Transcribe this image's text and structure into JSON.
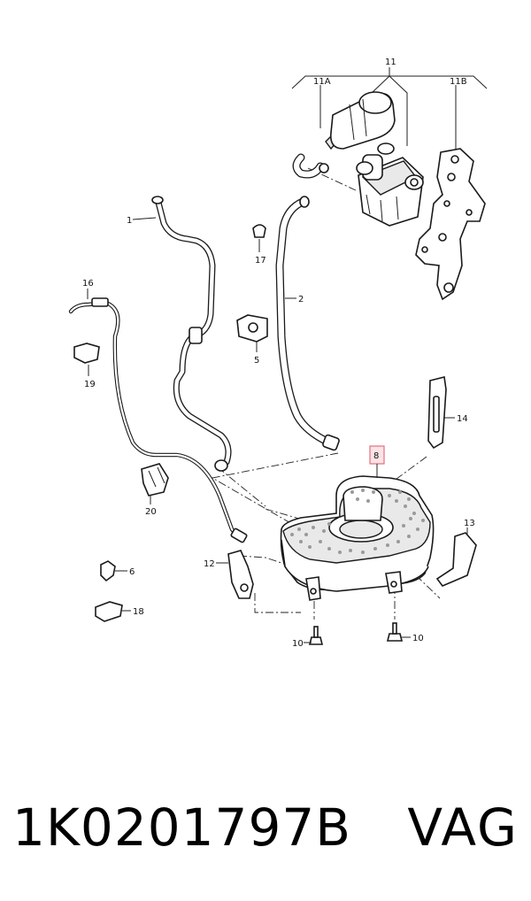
{
  "diagram": {
    "callouts": {
      "c1": "1",
      "c2": "2",
      "c5": "5",
      "c6": "6",
      "c8": "8",
      "c10a": "10",
      "c10b": "10",
      "c11": "11",
      "c11a": "11A",
      "c11b": "11B",
      "c12": "12",
      "c13": "13",
      "c14": "14",
      "c16": "16",
      "c17": "17",
      "c18": "18",
      "c19": "19",
      "c20": "20"
    },
    "highlight_color": "#e2707f"
  },
  "footer": {
    "part_number": "1K0201797B",
    "brand": "VAG"
  }
}
